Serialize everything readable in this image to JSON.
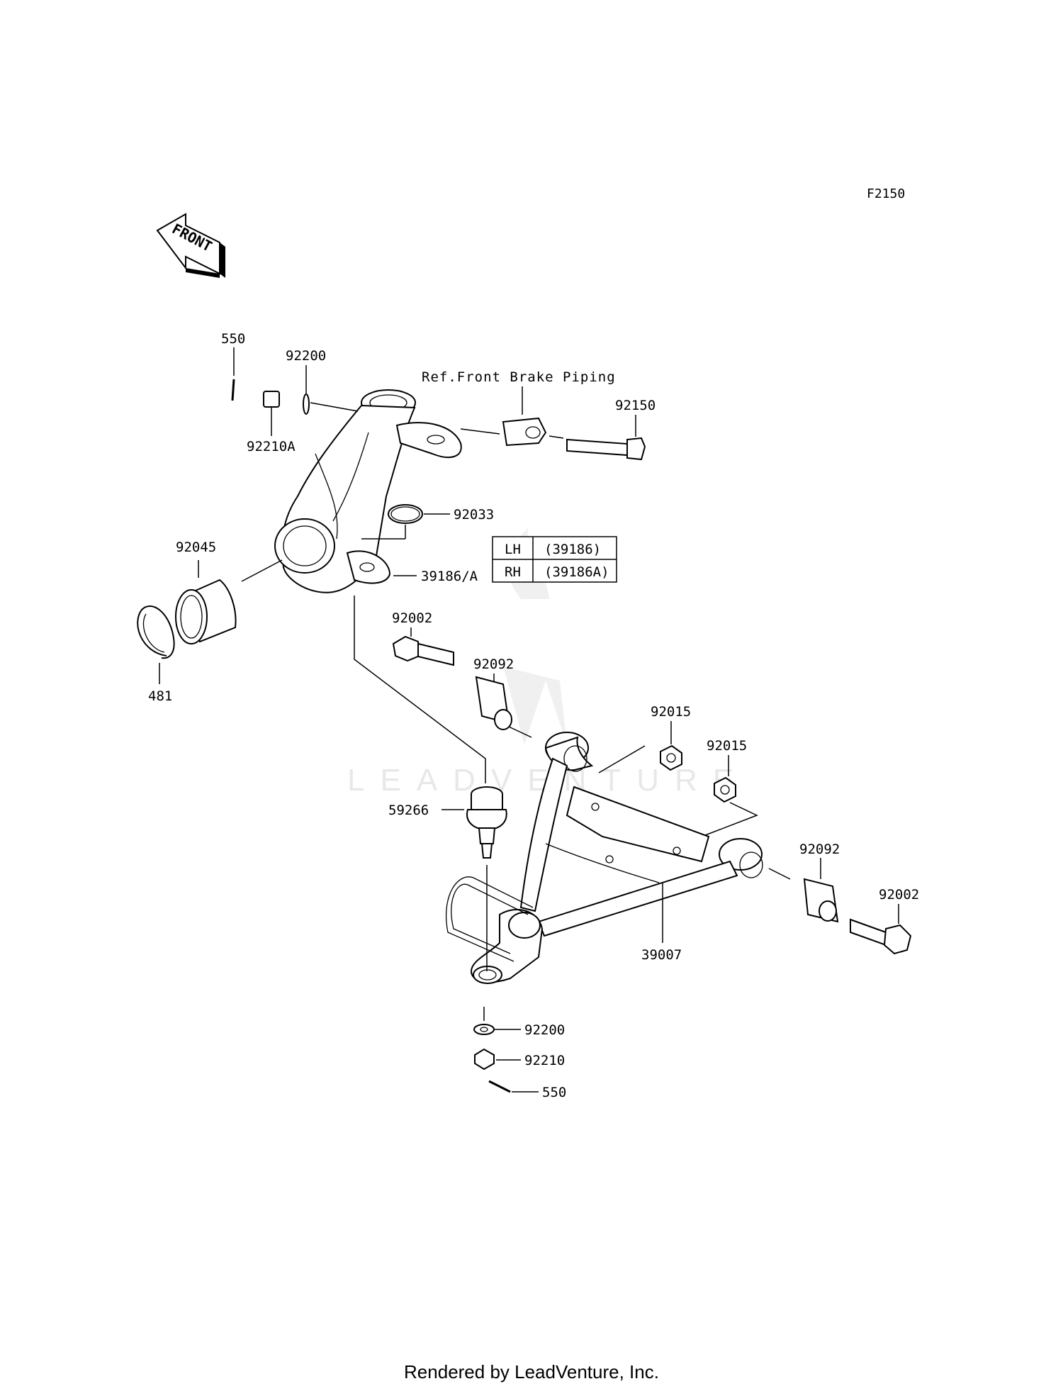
{
  "figure_code": "F2150",
  "front_arrow_text": "FRONT",
  "reference_note": "Ref.Front Brake Piping",
  "callouts": {
    "cotter_pin_top": "550",
    "washer_top": "92200",
    "nut_top": "92210A",
    "bolt_top": "92150",
    "o_ring": "92033",
    "knuckle": "39186/A",
    "bearing": "92045",
    "circlip": "481",
    "bolt_arm_front": "92002",
    "bushing_front": "92092",
    "nut_arm_1": "92015",
    "nut_arm_2": "92015",
    "ball_joint": "59266",
    "bushing_rear": "92092",
    "bolt_arm_rear": "92002",
    "arm": "39007",
    "washer_bottom": "92200",
    "nut_bottom": "92210",
    "cotter_pin_bottom": "550"
  },
  "side_table": {
    "rows": [
      {
        "side": "LH",
        "part": "(39186)"
      },
      {
        "side": "RH",
        "part": "(39186A)"
      }
    ]
  },
  "watermark": "LEADVENTURE",
  "footer": "Rendered by LeadVenture, Inc."
}
